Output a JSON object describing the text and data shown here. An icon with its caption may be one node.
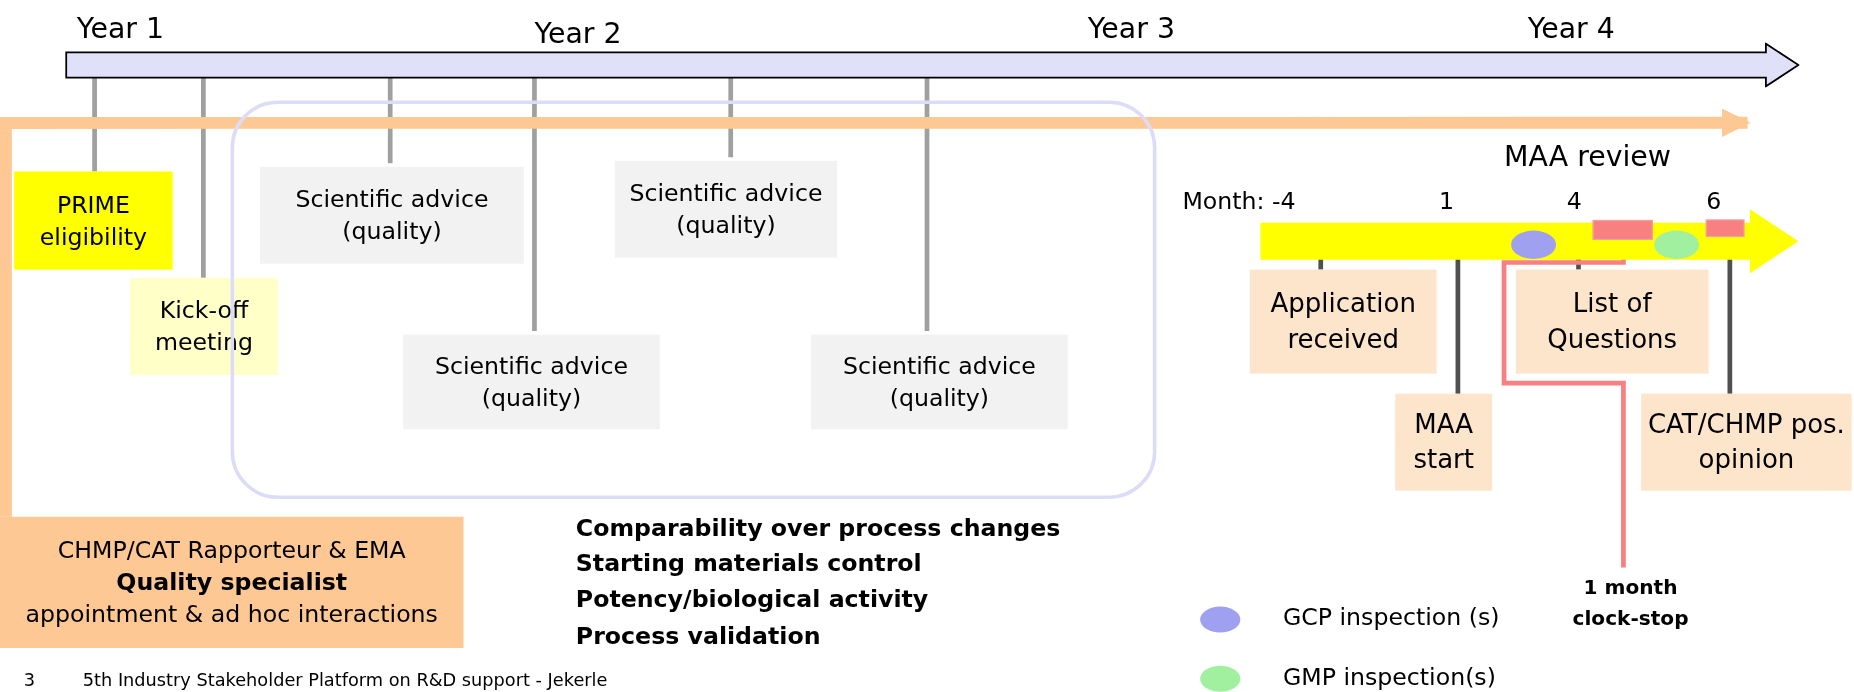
{
  "diagram": {
    "nodes": [
      {
        "text": [],
        "shape": "bar"
      },
      {
        "text": [
          "PRIME eligibility"
        ]
      },
      {
        "text": [
          "Kick-off meeting"
        ]
      },
      {
        "text": [],
        "shape": "box"
      },
      {
        "text": [
          "Scientific advice (quality)"
        ],
        "in": 3
      },
      {
        "text": [
          "Scientific advice (quality)"
        ],
        "in": 3
      },
      {
        "text": [
          "Scientific advice (quality)"
        ],
        "in": 3
      },
      {
        "text": [
          "Scientific advice (quality)"
        ],
        "in": 3
      },
      {
        "text": [
          "CHMP/CAT Rapporteur & EMA **Quality specialist** appointment & ad hoc interactions"
        ]
      },
      {
        "text": [],
        "shape": "bar"
      },
      {
        "text": [
          "Application received"
        ]
      },
      {
        "text": [
          "MAA start"
        ]
      },
      {
        "text": [
          "List of Questions"
        ]
      },
      {
        "text": [
          "CAT/CHMP pos. opinion"
        ]
      },
      {
        "text": [
          "1 month clock-stop"
        ]
      },
      {
        "text": [],
        "shape": "box",
        "in": 9
      }
    ],
    "edges": [
      {
        "from": 0,
        "to": 1,
        "arrow": "none"
      },
      {
        "from": 0,
        "to": 2,
        "arrow": "none"
      },
      {
        "from": 0,
        "to": 4,
        "arrow": "none"
      },
      {
        "from": 0,
        "to": 5,
        "arrow": "none"
      },
      {
        "from": 0,
        "to": 6,
        "arrow": "none"
      },
      {
        "from": 0,
        "to": 7,
        "arrow": "none"
      },
      {
        "from": 8,
        "to": 0,
        "arrow": "to",
        "style": "thick",
        "color": "#fdc893"
      },
      {
        "from": 9,
        "to": 10,
        "arrow": "none"
      },
      {
        "from": 9,
        "to": 11,
        "arrow": "none"
      },
      {
        "from": 9,
        "to": 12,
        "arrow": "none"
      },
      {
        "from": 9,
        "to": 13,
        "arrow": "none"
      },
      {
        "from": 14,
        "to": 15,
        "arrow": "to",
        "color": "#f88080"
      }
    ],
    "labels": [
      "Year 1",
      "Year 2",
      "Year 3",
      "Year 4",
      "MAA review",
      "Month: -4",
      "1",
      "4",
      "6",
      "Comparability over process changes",
      "Starting materials control",
      "Potency/biological activity",
      "Process validation",
      "3",
      "5th Industry Stakeholder Platform on R&D support - Jekerle"
    ],
    "legend": [
      {
        "text": "GCP inspection (s)",
        "color": "#a0a0f0"
      },
      {
        "text": "GMP inspection(s)",
        "color": "#a0f0a0"
      }
    ]
  }
}
